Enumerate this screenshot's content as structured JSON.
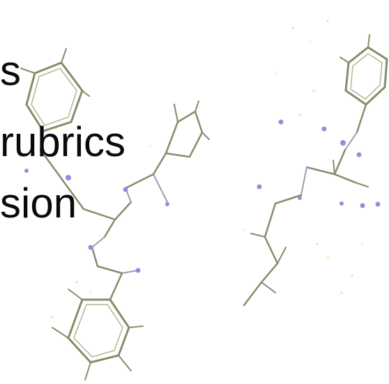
{
  "text_lines": [
    "s",
    "rubrics",
    "sion"
  ],
  "colors": {
    "background": "#ffffff",
    "text": "#0a0a0a",
    "bond": "#8a8a6a",
    "bond_dark": "#5f5f48",
    "nitrogen": "#8f8fe0",
    "noise_yellow": "#f0f0b0",
    "noise_green": "#c8e8b8"
  }
}
